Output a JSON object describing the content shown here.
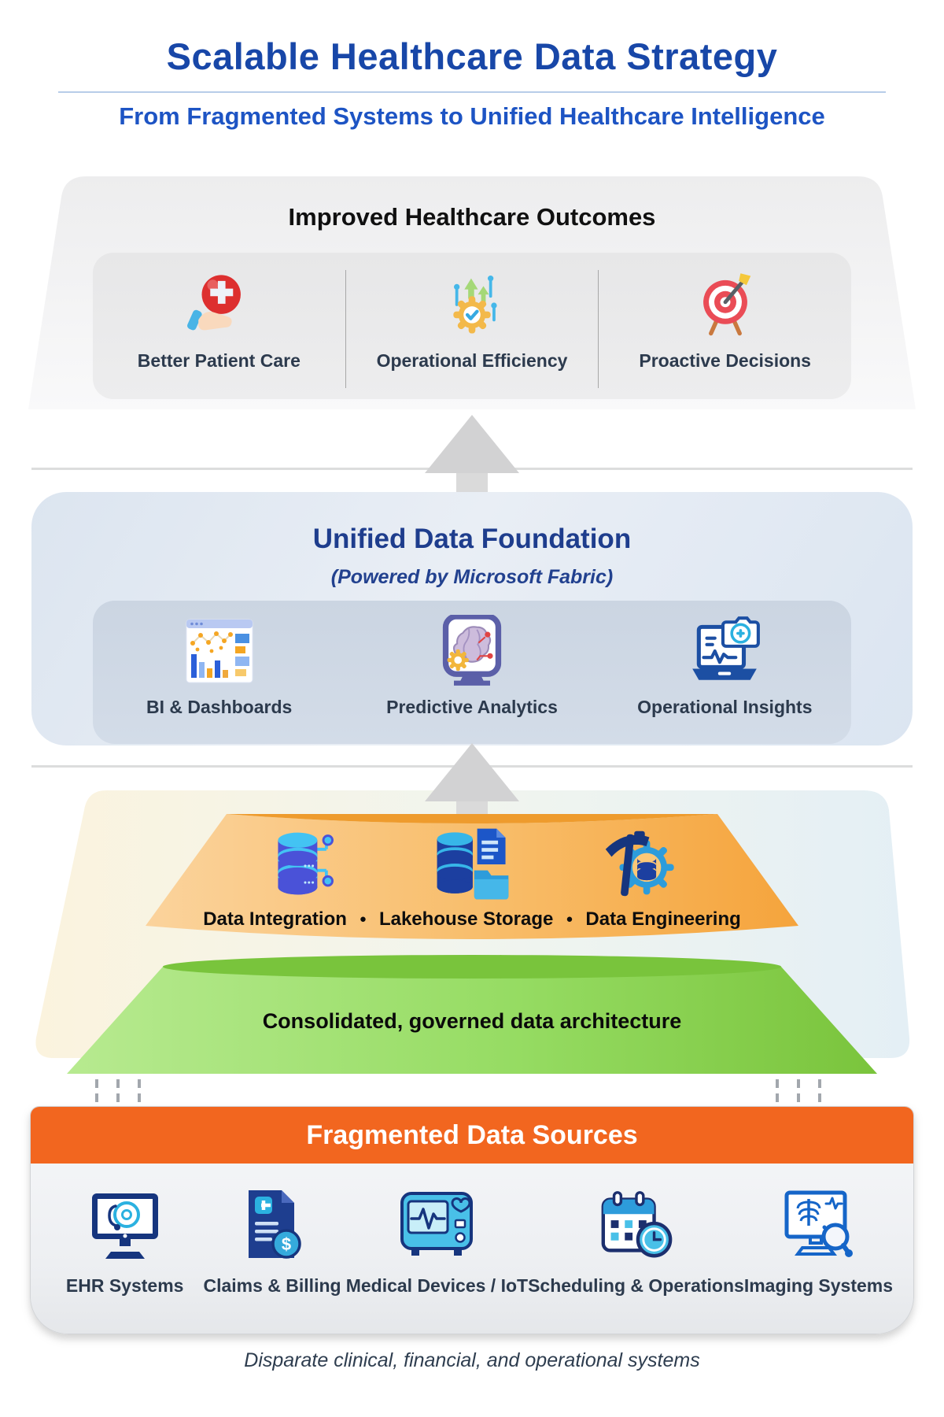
{
  "header": {
    "title": "Scalable Healthcare Data Strategy",
    "subtitle": "From Fragmented Systems to Unified Healthcare Intelligence"
  },
  "outcomes": {
    "title": "Improved Healthcare Outcomes",
    "items": [
      {
        "label": "Better Patient Care",
        "icon": "patient-care-icon"
      },
      {
        "label": "Operational Efficiency",
        "icon": "efficiency-gear-icon"
      },
      {
        "label": "Proactive Decisions",
        "icon": "target-dart-icon"
      }
    ]
  },
  "foundation": {
    "title": "Unified Data Foundation",
    "subtitle": "(Powered by Microsoft Fabric)",
    "items": [
      {
        "label": "BI & Dashboards",
        "icon": "dashboard-chart-icon"
      },
      {
        "label": "Predictive Analytics",
        "icon": "brain-monitor-icon"
      },
      {
        "label": "Operational Insights",
        "icon": "medical-laptop-icon"
      }
    ]
  },
  "platform": {
    "separator": "●",
    "capabilities": [
      {
        "label": "Data Integration",
        "icon": "database-integration-icon"
      },
      {
        "label": "Lakehouse Storage",
        "icon": "lakehouse-storage-icon"
      },
      {
        "label": "Data Engineering",
        "icon": "data-engineering-icon"
      }
    ],
    "architecture_label": "Consolidated, governed data architecture"
  },
  "sources": {
    "title": "Fragmented Data Sources",
    "items": [
      {
        "label": "EHR Systems",
        "icon": "ehr-monitor-icon"
      },
      {
        "label": "Claims & Billing",
        "icon": "claims-billing-icon"
      },
      {
        "label": "Medical Devices / IoT",
        "icon": "medical-device-icon"
      },
      {
        "label": "Scheduling & Operations",
        "icon": "calendar-clock-icon"
      },
      {
        "label": "Imaging Systems",
        "icon": "imaging-monitor-icon"
      }
    ],
    "caption": "Disparate clinical, financial, and operational systems"
  },
  "colors": {
    "title_blue": "#1847a8",
    "subtitle_blue": "#1d54c4",
    "foundation_blue": "#1e3d8d",
    "source_header_orange": "#f2661f",
    "platform_orange": "#f5a53a",
    "architecture_green": "#7cc83e",
    "label_slate": "#2c3a4d"
  }
}
